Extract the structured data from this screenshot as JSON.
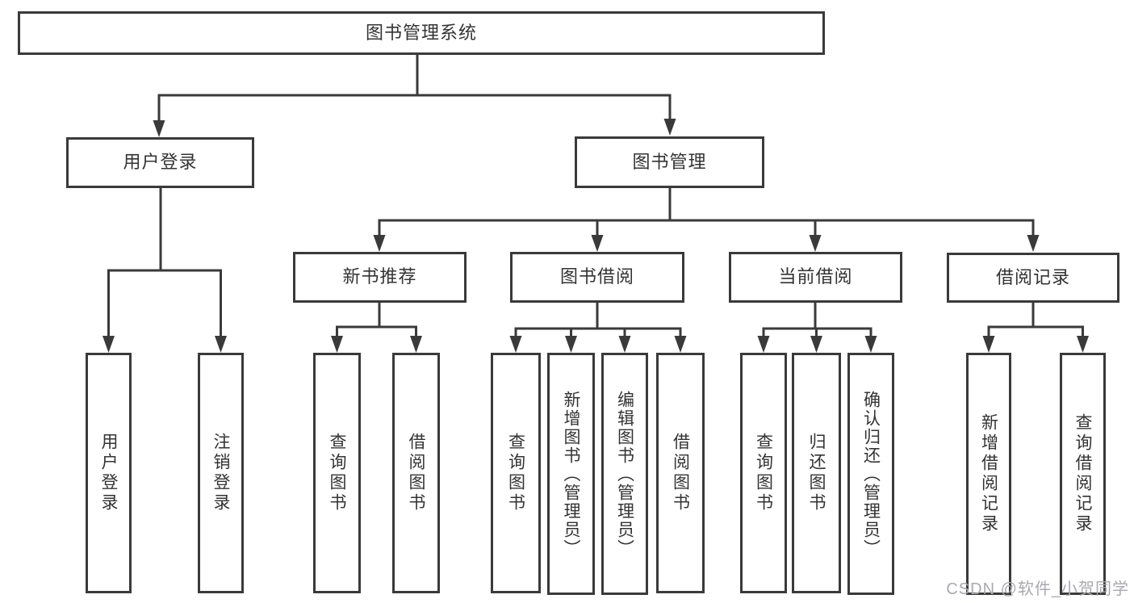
{
  "diagram": {
    "root": {
      "label": "图书管理系统"
    },
    "level2": [
      {
        "id": "user-login",
        "label": "用户登录"
      },
      {
        "id": "book-management",
        "label": "图书管理"
      }
    ],
    "level3": [
      {
        "id": "new-book-recommend",
        "label": "新书推荐"
      },
      {
        "id": "book-borrow",
        "label": "图书借阅"
      },
      {
        "id": "current-borrow",
        "label": "当前借阅"
      },
      {
        "id": "borrow-records",
        "label": "借阅记录"
      }
    ],
    "leaves": [
      {
        "id": "user-login-leaf",
        "label": "用户登录"
      },
      {
        "id": "logout-leaf",
        "label": "注销登录"
      },
      {
        "id": "query-books-recommend",
        "label": "查询图书"
      },
      {
        "id": "borrow-books-recommend",
        "label": "借阅图书"
      },
      {
        "id": "query-books-borrow",
        "label": "查询图书"
      },
      {
        "id": "add-books-admin",
        "label": "新增图书（管理员）"
      },
      {
        "id": "edit-books-admin",
        "label": "编辑图书（管理员）"
      },
      {
        "id": "borrow-books",
        "label": "借阅图书"
      },
      {
        "id": "query-books-current",
        "label": "查询图书"
      },
      {
        "id": "return-books",
        "label": "归还图书"
      },
      {
        "id": "confirm-return-admin",
        "label": "确认归还（管理员）"
      },
      {
        "id": "add-borrow-record",
        "label": "新增借阅记录"
      },
      {
        "id": "query-borrow-record",
        "label": "查询借阅记录"
      }
    ]
  },
  "watermark": {
    "text": "CSDN @软件_小贺同学"
  },
  "colors": {
    "line": "#3a3a3a",
    "text": "#333333",
    "watermark": "#a8a8b2",
    "background": "#ffffff"
  }
}
